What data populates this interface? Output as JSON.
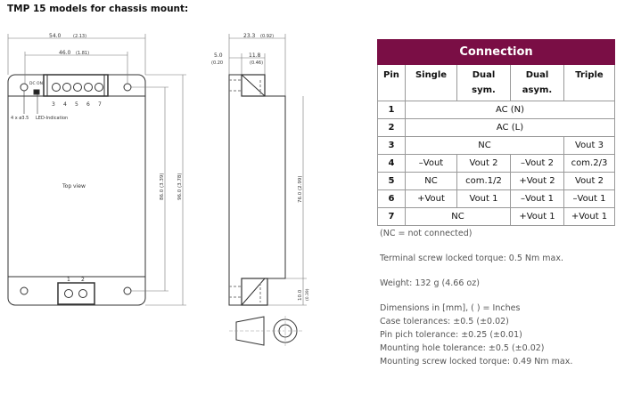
{
  "title": "TMP 15 models for chassis mount:",
  "drawing": {
    "dim_width_total": "54.0",
    "dim_width_total_in": "(2.13)",
    "dim_hole_spacing": "46.0",
    "dim_hole_spacing_in": "(1.81)",
    "dim_height_holes": "86.0 (3.39)",
    "dim_height_total": "96.0 (3.78)",
    "dim_depth": "23.3",
    "dim_depth_in": "(0.92)",
    "dim_offset": "5.0",
    "dim_offset_in": "(0.20",
    "dim_terminal": "11.8",
    "dim_terminal_in": "(0.46)",
    "dim_body": "76.0 (2.99)",
    "dim_bottom": "10.0",
    "dim_bottom_in": "(0.39)",
    "dc_on_label": "DC ON",
    "holes_label": "4 x ø3.5",
    "led_label": "LED-Indication",
    "top_view_label": "Top view",
    "top_pins": [
      "3",
      "4",
      "5",
      "6",
      "7"
    ],
    "bottom_pins": [
      "1",
      "2"
    ]
  },
  "table": {
    "title": "Connection",
    "headers": [
      [
        "Pin",
        ""
      ],
      [
        "Single",
        ""
      ],
      [
        "Dual",
        "sym."
      ],
      [
        "Dual",
        "asym."
      ],
      [
        "Triple",
        ""
      ]
    ],
    "rows": [
      {
        "pin": "1",
        "cells": [
          "AC (N)"
        ]
      },
      {
        "pin": "2",
        "cells": [
          "AC (L)"
        ]
      },
      {
        "pin": "3",
        "cells": [
          "NC",
          "Vout 3"
        ]
      },
      {
        "pin": "4",
        "cells": [
          "–Vout",
          "Vout 2",
          "–Vout 2",
          "com.2/3"
        ]
      },
      {
        "pin": "5",
        "cells": [
          "NC",
          "com.1/2",
          "+Vout 2",
          "Vout 2"
        ]
      },
      {
        "pin": "6",
        "cells": [
          "+Vout",
          "Vout 1",
          "–Vout 1",
          "–Vout 1"
        ]
      },
      {
        "pin": "7",
        "cells": [
          "NC",
          "+Vout 1",
          "+Vout 1"
        ]
      }
    ]
  },
  "notes": {
    "nc": "(NC = not connected)",
    "terminal_torque": "Terminal screw locked torque: 0.5 Nm max.",
    "weight": "Weight: 132 g (4.66 oz)",
    "dimensions": "Dimensions in [mm], ( ) = Inches",
    "case_tol": "Case tolerances: ±0.5 (±0.02)",
    "pin_tol": "Pin pich tolerance: ±0.25 (±0.01)",
    "hole_tol": "Mounting hole tolerance: ±0.5 (±0.02)",
    "screw_torque": "Mounting screw locked torque: 0.49 Nm max."
  }
}
